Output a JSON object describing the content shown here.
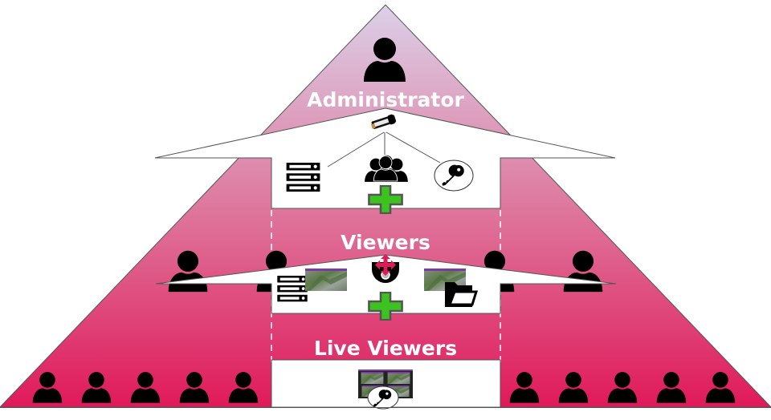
{
  "diagram": {
    "title": "User role hierarchy pyramid",
    "colors": {
      "gradient_top": "#dcd0e8",
      "gradient_mid": "#de6f96",
      "gradient_bottom": "#e0195a",
      "panel_fill": "#ffffff",
      "outline": "#555555",
      "plus_fill": "#3cc31f",
      "plus_border": "#555555",
      "move_arrows": "#e01a5a",
      "label_text": "#ffffff",
      "person_fill": "#000000"
    },
    "tiers": [
      {
        "name": "administrator",
        "label": "Administrator",
        "icons": [
          "admin-person-icon"
        ],
        "permissions": [
          "camera-icon",
          "server-icon",
          "user-group-icon",
          "key-icon"
        ]
      },
      {
        "name": "viewers",
        "label": "Viewers",
        "icons": [
          "viewer-person-icon",
          "viewer-person-icon",
          "viewer-person-icon",
          "viewer-person-icon"
        ],
        "permissions": [
          "server-icon",
          "video-feed-icon",
          "ptz-camera-icon",
          "video-feed-icon",
          "folder-icon"
        ]
      },
      {
        "name": "live-viewers",
        "label": "Live Viewers",
        "icons_left_count": 5,
        "icons_right_count": 5,
        "permissions": [
          "live-video-grid-icon",
          "key-icon"
        ]
      }
    ],
    "connectors": [
      {
        "from": "camera-icon",
        "to": "server-icon"
      },
      {
        "from": "camera-icon",
        "to": "user-group-icon"
      },
      {
        "from": "camera-icon",
        "to": "key-icon"
      }
    ],
    "plus_separators": [
      "administrator-to-viewers",
      "viewers-to-live-viewers"
    ]
  }
}
